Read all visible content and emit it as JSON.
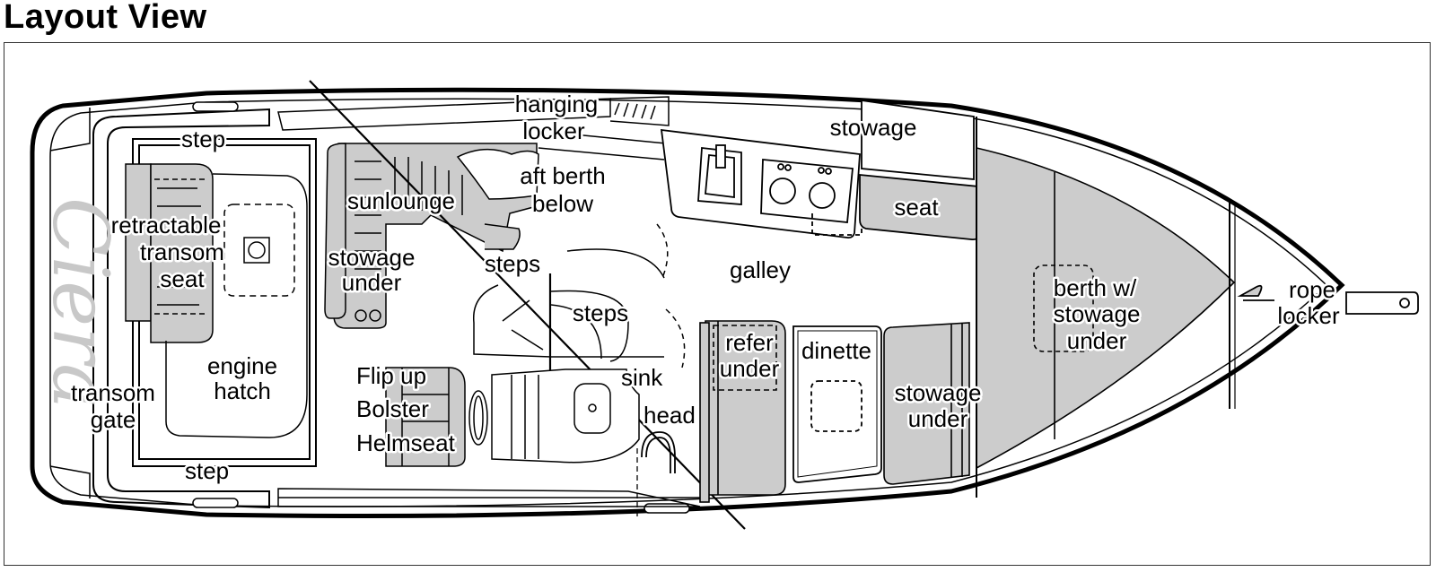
{
  "title": "Layout View",
  "brand_script": "Ciera",
  "colors": {
    "line": "#000000",
    "fill_gray": "#cccccc",
    "background": "#ffffff",
    "script_gray": "#c8c8c8"
  },
  "labels": {
    "step_top": "step",
    "step_bottom": "step",
    "retractable_transom_seat": [
      "retractable",
      "transom",
      "seat"
    ],
    "transom_gate": [
      "transom",
      "gate"
    ],
    "engine_hatch": [
      "engine",
      "hatch"
    ],
    "sunlounge": "sunlounge",
    "stowage_under_aft": [
      "stowage",
      "under"
    ],
    "hanging_locker": [
      "hanging",
      "locker"
    ],
    "aft_berth_below": [
      "aft berth",
      "below"
    ],
    "steps_upper": "steps",
    "steps_lower": "steps",
    "flip_up_bolster_helmseat": [
      "Flip up",
      "Bolster",
      "Helmseat"
    ],
    "sink": "sink",
    "head": "head",
    "stowage_top": "stowage",
    "seat": "seat",
    "galley": "galley",
    "refer_under": [
      "refer",
      "under"
    ],
    "dinette": "dinette",
    "stowage_under_fwd": [
      "stowage",
      "under"
    ],
    "berth_w_stowage_under": [
      "berth w/",
      "stowage",
      "under"
    ],
    "rope_locker": [
      "rope",
      "locker"
    ]
  }
}
